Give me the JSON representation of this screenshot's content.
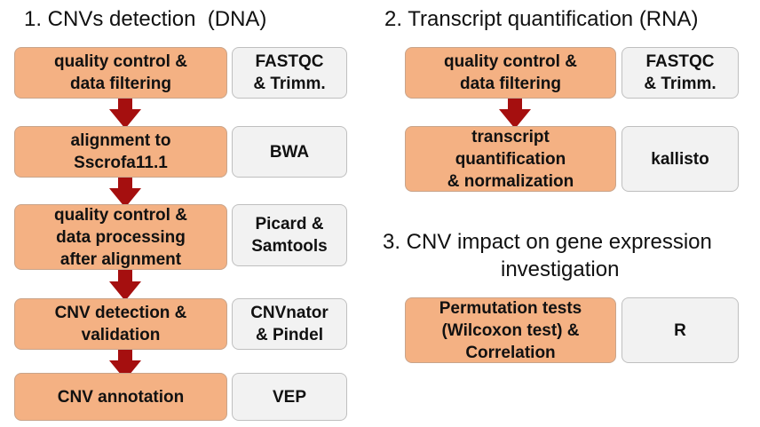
{
  "section1": {
    "title": "1. CNVs detection  (DNA)",
    "steps": [
      {
        "label": "quality control &\ndata filtering",
        "tool": "FASTQC\n& Trimm."
      },
      {
        "label": "alignment to\nSscrofa11.1",
        "tool": "BWA"
      },
      {
        "label": "quality control &\ndata processing\nafter alignment",
        "tool": "Picard &\nSamtools"
      },
      {
        "label": "CNV detection &\nvalidation",
        "tool": "CNVnator\n& Pindel"
      },
      {
        "label": "CNV annotation",
        "tool": "VEP"
      }
    ]
  },
  "section2": {
    "title": "2. Transcript quantification (RNA)",
    "steps": [
      {
        "label": "quality control &\ndata filtering",
        "tool": "FASTQC\n& Trimm."
      },
      {
        "label": "transcript\nquantification\n& normalization",
        "tool": "kallisto"
      }
    ]
  },
  "section3": {
    "title_line1": "3. CNV impact on gene expression",
    "title_line2": "investigation",
    "steps": [
      {
        "label": "Permutation tests\n(Wilcoxon test) &\nCorrelation",
        "tool": "R"
      }
    ]
  },
  "colors": {
    "step_fill": "#f4b183",
    "tool_fill": "#f2f2f2",
    "arrow": "#a50f0f"
  }
}
